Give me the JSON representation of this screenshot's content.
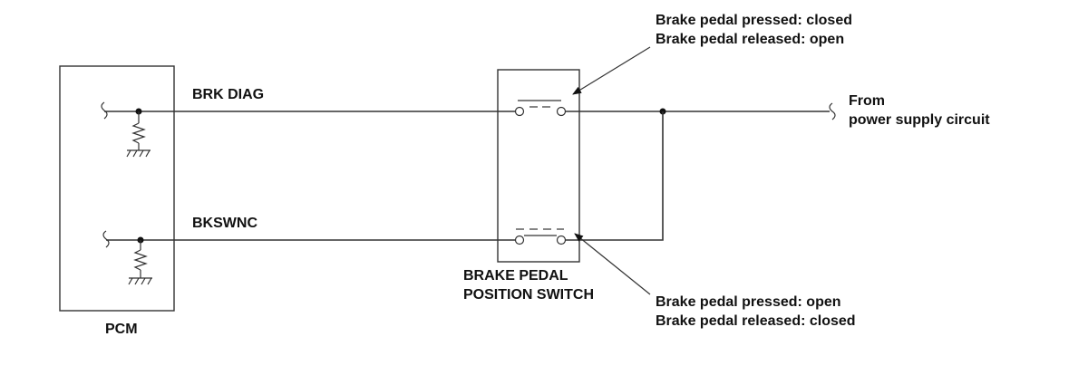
{
  "labels": {
    "pcm": "PCM",
    "brk_diag": "BRK DIAG",
    "bkswnc": "BKSWNC",
    "switch_line1": "BRAKE PEDAL",
    "switch_line2": "POSITION SWITCH",
    "from_line1": "From",
    "from_line2": "power supply circuit",
    "top_note_line1": "Brake pedal pressed: closed",
    "top_note_line2": "Brake pedal released: open",
    "bottom_note_line1": "Brake pedal pressed: open",
    "bottom_note_line2": "Brake pedal released: closed"
  }
}
